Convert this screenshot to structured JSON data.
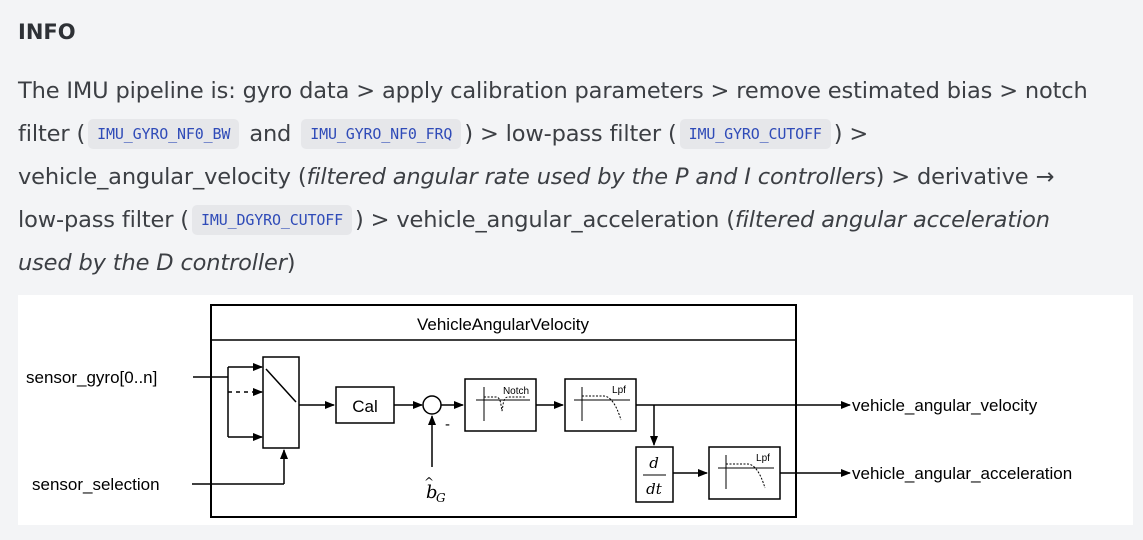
{
  "heading": "INFO",
  "paragraph": {
    "l1": "The IMU pipeline is: gyro data > apply calibration parameters > remove estimated bias > notch",
    "l2_a": "filter (",
    "l2_code1": "IMU_GYRO_NF0_BW",
    "l2_b": "and",
    "l2_code2": "IMU_GYRO_NF0_FRQ",
    "l2_c": ") > low-pass filter (",
    "l2_code3": "IMU_GYRO_CUTOFF",
    "l2_d": ") >",
    "l3_a": "vehicle_angular_velocity (",
    "l3_em": "filtered angular rate used by the P and I controllers",
    "l3_b": ") > derivative →",
    "l4_a": "low-pass filter (",
    "l4_code": "IMU_DGYRO_CUTOFF",
    "l4_b": ") > vehicle_angular_acceleration (",
    "l4_em": "filtered angular acceleration",
    "l5_em": "used by the D controller",
    "l5_b": ")"
  },
  "diagram": {
    "module_title": "VehicleAngularVelocity",
    "input_gyro": "sensor_gyro[0..n]",
    "input_selection": "sensor_selection",
    "cal_block": "Cal",
    "notch_label": "Notch",
    "lpf_label": "Lpf",
    "lpf2_label": "Lpf",
    "minus_sign": "-",
    "bias_b": "b",
    "bias_hat": "^",
    "bias_sub": "G",
    "deriv_num": "d",
    "deriv_den": "dt",
    "output_velocity": "vehicle_angular_velocity",
    "output_acceleration": "vehicle_angular_acceleration"
  }
}
